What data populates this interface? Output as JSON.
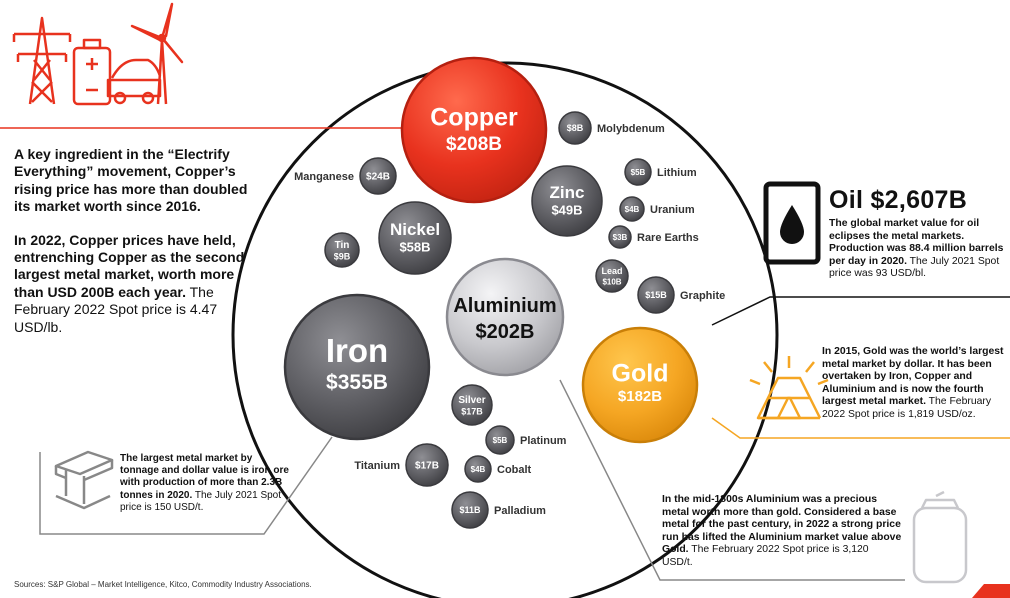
{
  "colors": {
    "accent": "#e8321e",
    "gold": "#f5a623",
    "gray_dark": "#626266",
    "gray_light": "#c8c8cc"
  },
  "icons": [
    "power-tower-icon",
    "battery-icon",
    "electric-car-icon",
    "wind-turbine-icon",
    "oil-barrel-icon",
    "gold-bars-icon",
    "steel-beam-icon",
    "aluminium-can-icon"
  ],
  "chart_data": {
    "type": "bubble",
    "unit": "USD billions",
    "items": [
      {
        "name": "Copper",
        "value": 208,
        "value_label": "$208B",
        "style": "red",
        "label_position": "inside"
      },
      {
        "name": "Iron",
        "value": 355,
        "value_label": "$355B",
        "style": "dark",
        "label_position": "inside"
      },
      {
        "name": "Aluminium",
        "value": 202,
        "value_label": "$202B",
        "style": "light",
        "label_position": "inside"
      },
      {
        "name": "Gold",
        "value": 182,
        "value_label": "$182B",
        "style": "gold",
        "label_position": "inside"
      },
      {
        "name": "Nickel",
        "value": 58,
        "value_label": "$58B",
        "style": "dark",
        "label_position": "inside"
      },
      {
        "name": "Zinc",
        "value": 49,
        "value_label": "$49B",
        "style": "dark",
        "label_position": "inside"
      },
      {
        "name": "Manganese",
        "value": 24,
        "value_label": "$24B",
        "style": "dark",
        "label_position": "left"
      },
      {
        "name": "Tin",
        "value": 9,
        "value_label": "$9B",
        "style": "dark",
        "label_position": "inside"
      },
      {
        "name": "Molybdenum",
        "value": 8,
        "value_label": "$8B",
        "style": "dark",
        "label_position": "right"
      },
      {
        "name": "Lithium",
        "value": 5,
        "value_label": "$5B",
        "style": "dark",
        "label_position": "right"
      },
      {
        "name": "Uranium",
        "value": 4,
        "value_label": "$4B",
        "style": "dark",
        "label_position": "right"
      },
      {
        "name": "Rare Earths",
        "value": 3,
        "value_label": "$3B",
        "style": "dark",
        "label_position": "right"
      },
      {
        "name": "Lead",
        "value": 10,
        "value_label": "$10B",
        "style": "dark",
        "label_position": "inside"
      },
      {
        "name": "Graphite",
        "value": 15,
        "value_label": "$15B",
        "style": "dark",
        "label_position": "right"
      },
      {
        "name": "Silver",
        "value": 17,
        "value_label": "$17B",
        "style": "dark",
        "label_position": "inside"
      },
      {
        "name": "Platinum",
        "value": 5,
        "value_label": "$5B",
        "style": "dark",
        "label_position": "right"
      },
      {
        "name": "Titanium",
        "value": 17,
        "value_label": "$17B",
        "style": "dark",
        "label_position": "left"
      },
      {
        "name": "Cobalt",
        "value": 4,
        "value_label": "$4B",
        "style": "dark",
        "label_position": "right"
      },
      {
        "name": "Palladium",
        "value": 11,
        "value_label": "$11B",
        "style": "dark",
        "label_position": "right"
      }
    ]
  },
  "left_text": {
    "p1": "A key ingredient in the “Electrify Everything” movement, Copper’s rising price has more than doubled its market worth since 2016.",
    "p2_bold": "In 2022, Copper prices have held, entrenching Copper as the second largest metal market, worth more than USD 200B each year.",
    "p2_regular": " The February 2022 Spot price is 4.47 USD/lb."
  },
  "oil": {
    "title": "Oil $2,607B",
    "bold": "The global market value for oil eclipses the metal markets. Production was 88.4 million barrels per day in 2020.",
    "regular": " The July 2021 Spot price was 93 USD/bl."
  },
  "gold_note": {
    "bold": "In 2015, Gold was the world’s largest metal market by dollar. It has been overtaken by Iron, Copper and Aluminium and is now the fourth largest metal market.",
    "regular": "  The February 2022 Spot price is 1,819 USD/oz."
  },
  "iron_note": {
    "bold": "The largest metal market by tonnage and dollar value is iron ore with production of more than 2.3B tonnes in 2020.",
    "regular": " The July 2021 Spot price is 150 USD/t."
  },
  "aluminium_note": {
    "bold": "In the mid-1800s Aluminium was a precious metal worth more than gold. Considered a base metal for the past century, in 2022 a strong price run has lifted the Aluminium market value above Gold.",
    "regular": "  The February 2022 Spot price is 3,120 USD/t."
  },
  "sources": "Sources: S&P Global – Market Intelligence, Kitco, Commodity Industry Associations."
}
